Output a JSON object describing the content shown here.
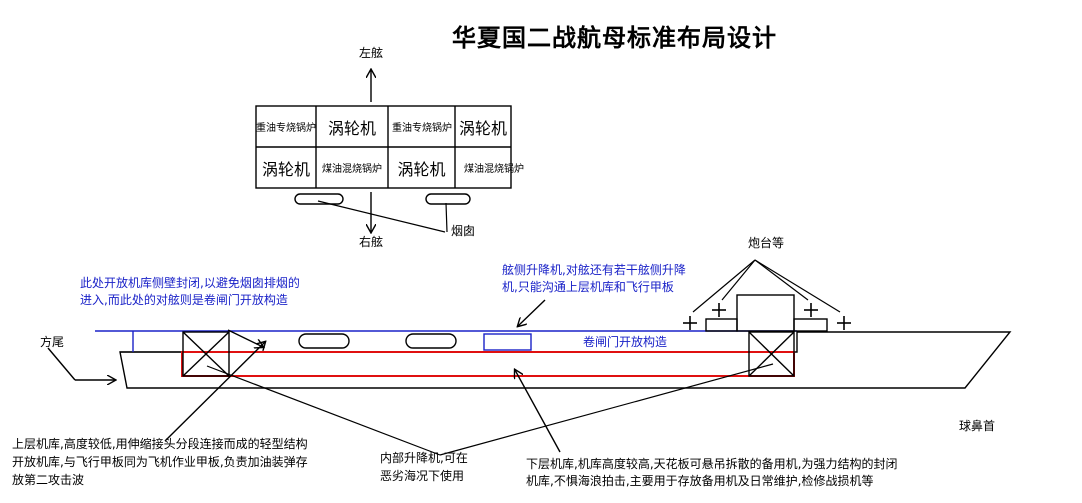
{
  "title": "华夏国二战航母标准布局设计",
  "directions": {
    "port": "左舷",
    "starboard": "右舷"
  },
  "engine_room": {
    "row1": [
      "重油专烧锅炉",
      "涡轮机",
      "重油专烧锅炉",
      "涡轮机"
    ],
    "row2": [
      "涡轮机",
      "煤油混烧锅炉",
      "涡轮机",
      "煤油混烧锅炉"
    ]
  },
  "labels": {
    "funnel": "烟囱",
    "gun_mounts": "炮台等",
    "transom_stern": "方尾",
    "bulbous_bow": "球鼻首",
    "roller_door": "卷闸门开放构造"
  },
  "notes": {
    "open_hangar_note": [
      "此处开放机库侧壁封闭,以避免烟囱排烟的",
      "进入,而此处的对舷则是卷闸门开放构造"
    ],
    "side_elevator_note": [
      "舷侧升降机,对舷还有若干舷侧升降",
      "机,只能沟通上层机库和飞行甲板"
    ],
    "upper_hangar_note": [
      "上层机库,高度较低,用伸缩接头分段连接而成的轻型结构",
      "开放机库,与飞行甲板同为飞机作业甲板,负责加油装弹存",
      "放第二攻击波"
    ],
    "inner_elevator_note": [
      "内部升降机,可在",
      "恶劣海况下使用"
    ],
    "lower_hangar_note": [
      "下层机库,机库高度较高,天花板可悬吊拆散的备用机,为强力结构的封闭",
      "机库,不惧海浪拍击,主要用于存放备用机及日常维护,检修战损机等"
    ]
  },
  "colors": {
    "flight_deck": "#1a22c8",
    "lower_hangar": "#e01010",
    "note_text": "#1a22c8"
  }
}
